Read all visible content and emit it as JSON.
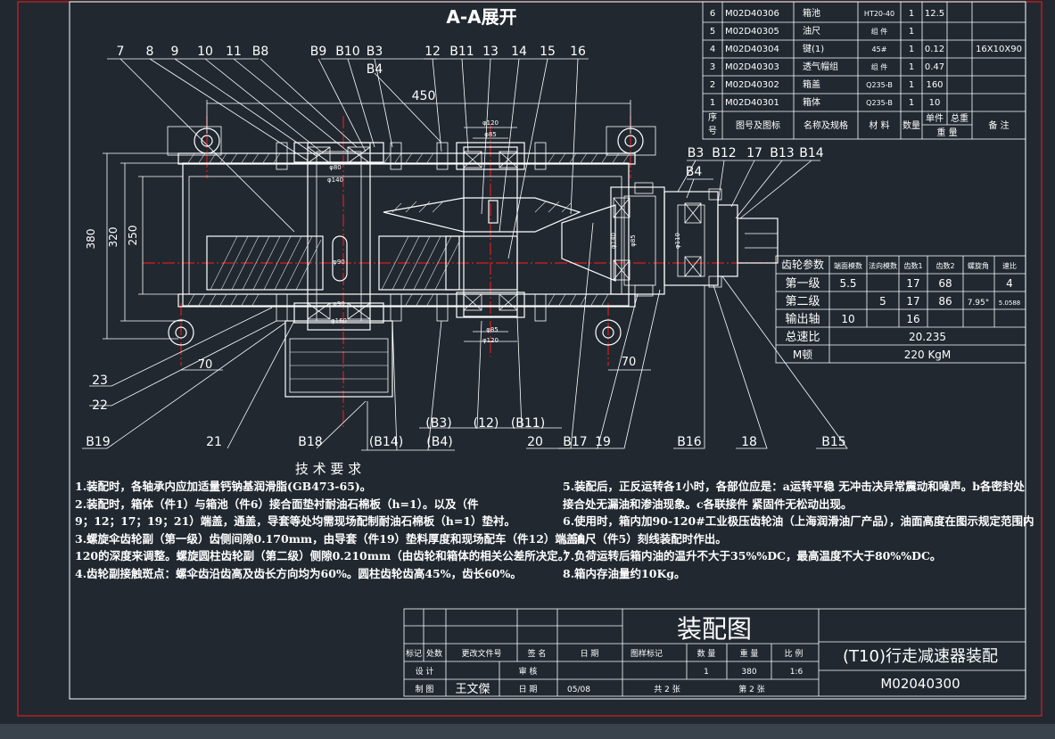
{
  "drawing": {
    "view_title": "A-A展开",
    "tech_req_title": "技 术 要 求",
    "requirements_left": [
      "1.装配时，各轴承内应加适量钙钠基润滑脂(GB473-65)。",
      "2.装配时，箱体（件1）与箱池（件6）接合面垫衬耐油石棉板（h=1）。以及（件",
      "9；12；17；19；21）端盖，通盖，导套等处均需现场配制耐油石棉板（h=1）垫衬。",
      "3.螺旋伞齿轮副（第一级）齿侧间隙0.170mm，由导套（件19）垫料厚度和现场配车（件12）端盖δ",
      "120的深度来调整。螺旋圆柱齿轮副（第二级）侧隙0.210mm（由齿轮和箱体的相关公差所决定。）",
      "4.齿轮副接触斑点：螺伞齿沿齿高及齿长方向均为60%。圆柱齿轮齿高45%，齿长60%。"
    ],
    "requirements_right": [
      "5.装配后，正反运转各1小时，各部位应是：a运转平稳 无冲击决异常震动和噪声。b各密封处",
      "接合处无漏油和渗油现象。c各联接件 紧固件无松动出现。",
      "6.使用时，箱内加90-120#工业极压齿轮油（上海润滑油厂产品），油面高度在图示规定范围内",
      "，油尺（件5）刻线装配时作出。",
      "7.负荷运转后箱内油的温升不大于35%%DC，最高温度不大于80%%DC。",
      "8.箱内存油量约10Kg。"
    ],
    "top_labels": [
      "7",
      "8",
      "9",
      "10",
      "11",
      "B8",
      "B9",
      "B10",
      "B3",
      "B4",
      "12",
      "B11",
      "13",
      "14",
      "15",
      "16"
    ],
    "right_labels": [
      "B3",
      "B12",
      "17",
      "B13",
      "B14",
      "B4"
    ],
    "bottom_labels": [
      "B19",
      "21",
      "B18",
      "(B14)",
      "(B4)",
      "(B3)",
      "(12)",
      "(B11)",
      "20",
      "B17",
      "19",
      "B16",
      "18",
      "B15"
    ],
    "left_labels": [
      "23",
      "22"
    ],
    "dims": {
      "overall": "450",
      "d380": "380",
      "d320": "320",
      "d250": "250",
      "d70a": "70",
      "d70b": "70"
    },
    "small_dims": [
      "φ120",
      "φ85",
      "φ80",
      "φ140",
      "φ90",
      "φ90",
      "φ160",
      "φ85",
      "φ120",
      "φ140",
      "φ85",
      "φ110"
    ]
  },
  "parts_table": {
    "rows": [
      {
        "no": "6",
        "code": "M02D40306",
        "name": "箱池",
        "mat": "HT20-40",
        "qty": "1",
        "w": "12.5",
        "note": ""
      },
      {
        "no": "5",
        "code": "M02D40305",
        "name": "油尺",
        "mat": "组 件",
        "qty": "1",
        "w": "",
        "note": ""
      },
      {
        "no": "4",
        "code": "M02D40304",
        "name": "键(1)",
        "mat": "45#",
        "qty": "1",
        "w": "0.12",
        "note": "16X10X90"
      },
      {
        "no": "3",
        "code": "M02D40303",
        "name": "透气帽组",
        "mat": "组 件",
        "qty": "1",
        "w": "0.47",
        "note": ""
      },
      {
        "no": "2",
        "code": "M02D40302",
        "name": "箱盖",
        "mat": "Q235-B",
        "qty": "1",
        "w": "160",
        "note": ""
      },
      {
        "no": "1",
        "code": "M02D40301",
        "name": "箱体",
        "mat": "Q235-B",
        "qty": "1",
        "w": "10",
        "note": ""
      }
    ],
    "header": {
      "no": "序号",
      "code": "图号及图标",
      "name": "名称及规格",
      "mat": "材 料",
      "qty": "数量",
      "w1": "单件",
      "w2": "总重",
      "wunit": "重 量",
      "note": "备 注"
    }
  },
  "gear_table": {
    "headers": [
      "齿轮参数",
      "端面模数",
      "法向模数",
      "齿数1",
      "齿数2",
      "螺旋角",
      "速比"
    ],
    "rows": [
      [
        "第一级",
        "5.5",
        "",
        "17",
        "68",
        "",
        "4"
      ],
      [
        "第二级",
        "",
        "5",
        "17",
        "86",
        "7.95°",
        "5.0588"
      ],
      [
        "输出轴",
        "10",
        "",
        "16",
        "",
        "",
        ""
      ]
    ],
    "total_ratio_label": "总速比",
    "total_ratio": "20.235",
    "torque_label": "M顿",
    "torque": "220 KgM"
  },
  "title_block": {
    "title": "装配图",
    "name": "(T10)行走减速器装配",
    "code": "M02040300",
    "h_mark": "标记",
    "h_place": "处数",
    "h_file": "更改文件号",
    "h_sign": "签 名",
    "h_date": "日 期",
    "h_tag": "图样标记",
    "h_qty": "数 量",
    "h_weight": "重 量",
    "h_scale": "比 例",
    "design": "设 计",
    "check": "审 核",
    "drawn": "制 图",
    "drawer": "王文傑",
    "date_label": "日 期",
    "date": "05/08",
    "qty": "1",
    "weight": "380",
    "scale": "1:6",
    "sheets_total": "共 2 张",
    "sheet_no": "第 2 张"
  }
}
